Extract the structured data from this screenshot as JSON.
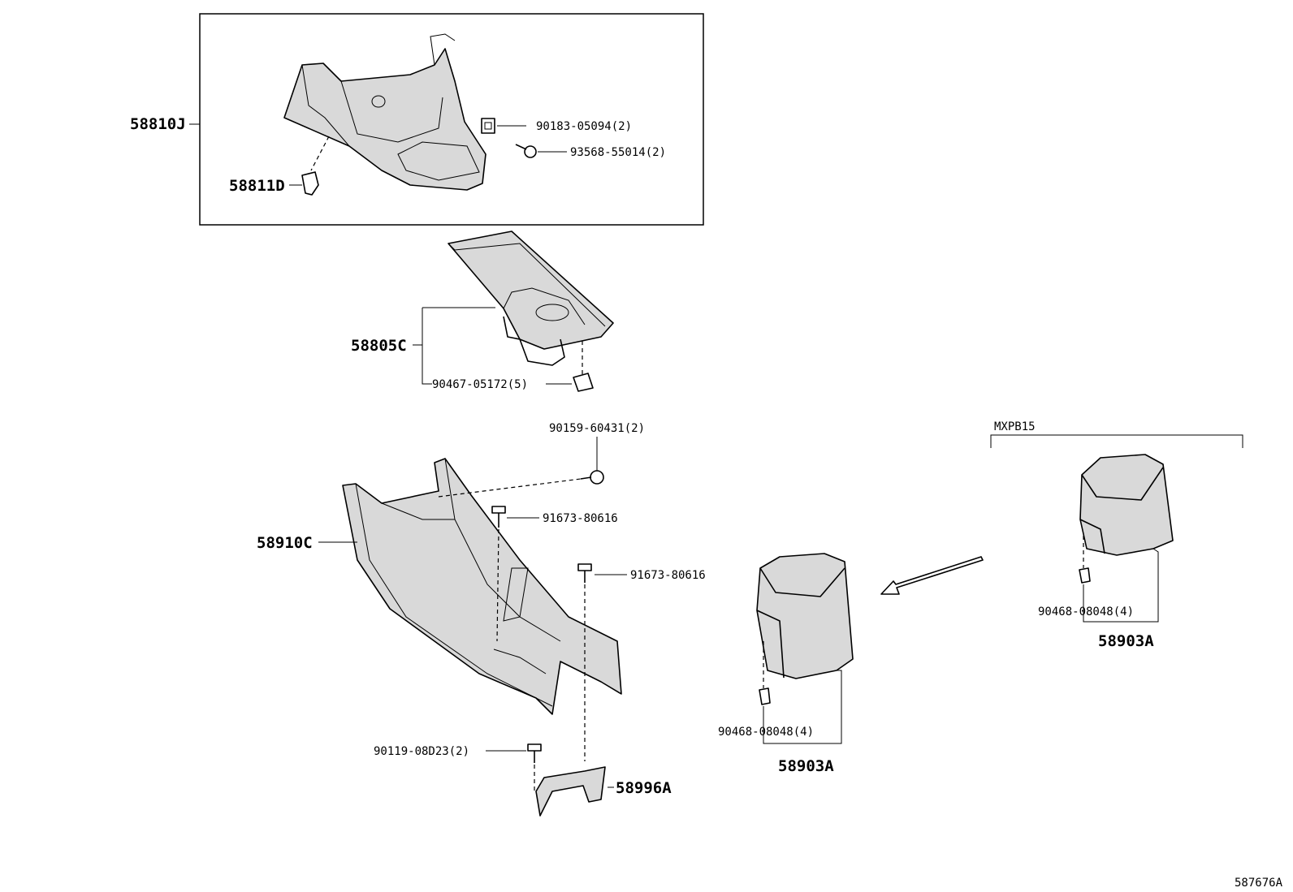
{
  "labels": {
    "p58810J": "58810J",
    "p58811D": "58811D",
    "p90183": "90183-05094(2)",
    "p93568": "93568-55014(2)",
    "p58805C": "58805C",
    "p90467": "90467-05172(5)",
    "p90159": "90159-60431(2)",
    "p91673a": "91673-80616",
    "p91673b": "91673-80616",
    "p58910C": "58910C",
    "p90119": "90119-08D23(2)",
    "p58996A": "58996A",
    "p90468a": "90468-08048(4)",
    "p58903Aa": "58903A",
    "p90468b": "90468-08048(4)",
    "p58903Ab": "58903A",
    "variant": "MXPB15",
    "figure_id": "587676A"
  }
}
